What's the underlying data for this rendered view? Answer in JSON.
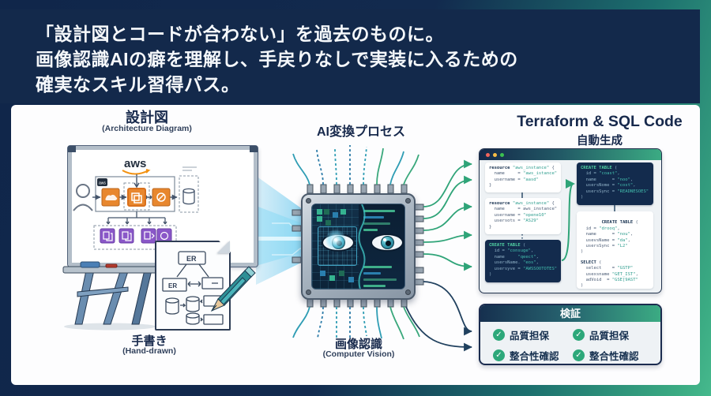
{
  "header": {
    "line1": "「設計図とコードが合わない」を過去のものに。",
    "line2": "画像認識AIの癖を理解し、手戻りなしで実装に入るための",
    "line3": "確実なスキル習得パス。"
  },
  "left": {
    "title": "設計図",
    "subtitle": "(Architecture Diagram)",
    "aws_logo": "aws",
    "aws_badge": "aws",
    "hand_label": "手書き",
    "hand_sublabel": "(Hand-drawn)",
    "er_top": "ER",
    "er_left": "ER"
  },
  "center": {
    "title": "AI変換プロセス",
    "bottom_label": "画像認識",
    "bottom_sublabel": "(Computer Vision)"
  },
  "right": {
    "title": "Terraform & SQL Code",
    "subtitle": "自動生成",
    "code": {
      "tf1": [
        "resource \"aws_instance\" {",
        "  name     = \"aws_istance\"",
        "  username = \"aasd\"",
        "}"
      ],
      "tf2": [
        "resource \"aws_instance\" {",
        "  name     = aws_instance\"",
        "  username = \"opene10\"",
        "  usersots = \"AS29\"",
        "}"
      ],
      "sql1": [
        "CREATE TABLE (",
        "  id = \"consuge\",",
        "  name     \"qeect\",",
        "  usersName. \"eos\",",
        "  usersyve = \"AWSSOOTOTES\"",
        ")"
      ],
      "sql2": [
        "CREATE TABLE (",
        "  id = \"coast\",",
        "  name      = \"noo\",",
        "  usersNome = \"cost\",",
        "  usersSync = \"READNESOES\"",
        ")"
      ],
      "sql3": [
        "CREATE TABLE (",
        "  id = \"drooq\",",
        "  name      = \"nou\",",
        "  usevsName = \"da\",",
        "  usersSync = \"L2\"",
        ")"
      ],
      "sql4": [
        "SELECT (",
        "  select    = \"GSTP\"",
        "  usexsname \"GET_IST\",",
        "  adVoid  = \"GSE[9AST\"",
        ")"
      ]
    }
  },
  "verify": {
    "title": "検証",
    "items": [
      "品質担保",
      "整合性確認",
      "品質担保",
      "整合性確認"
    ]
  },
  "colors": {
    "navy": "#13294b",
    "green": "#3bab83",
    "orange": "#e8872e",
    "purple": "#8a57c8",
    "beam": "#35c4f0"
  }
}
